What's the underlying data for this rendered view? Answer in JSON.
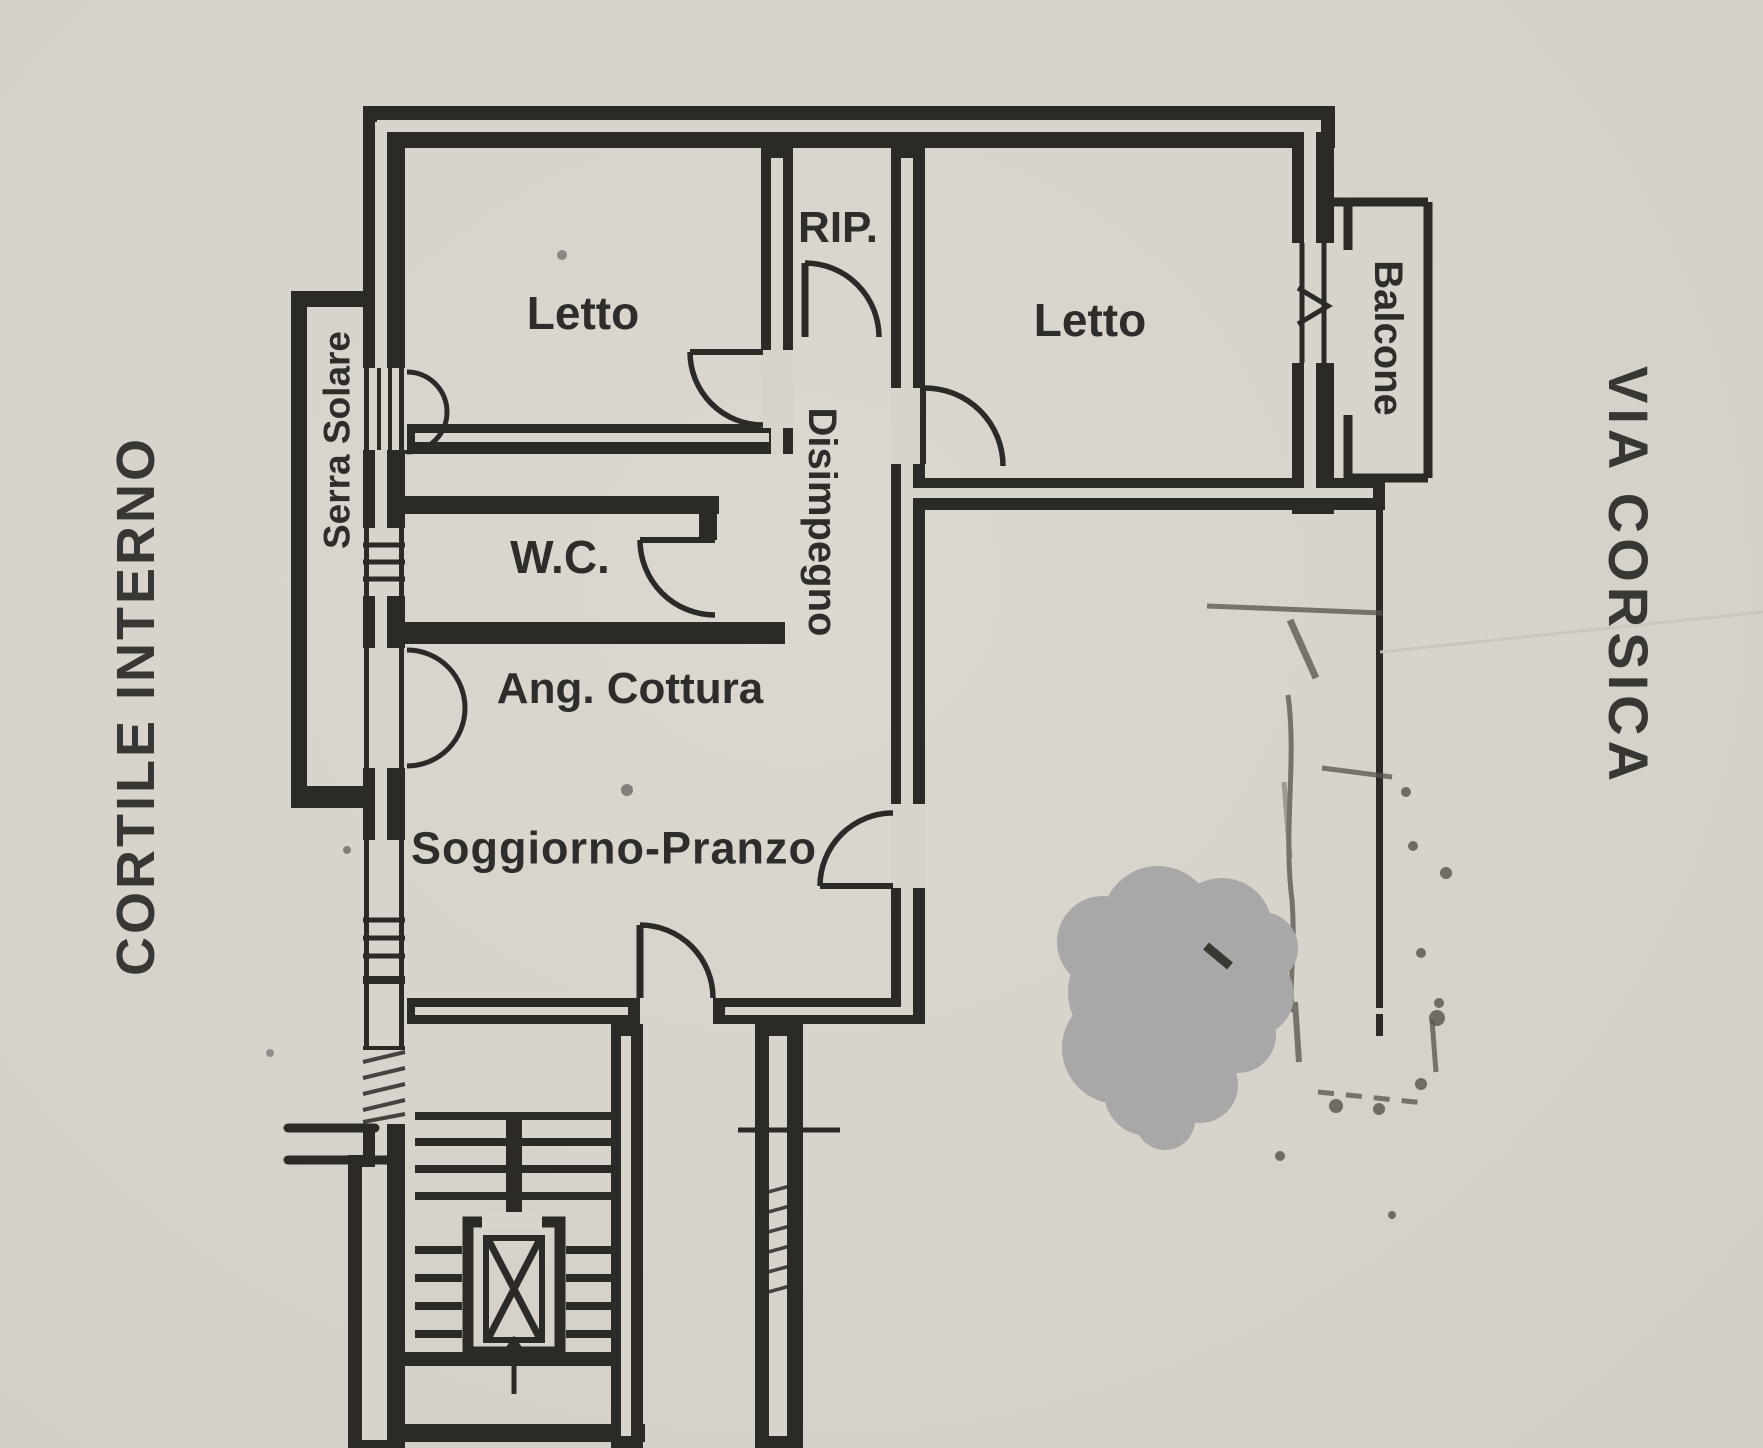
{
  "plan": {
    "rooms": {
      "letto_left": "Letto",
      "letto_right": "Letto",
      "rip": "RIP.",
      "disimpegno": "Disimpegno",
      "wc": "W.C.",
      "ang_cottura": "Ang. Cottura",
      "soggiorno_pranzo": "Soggiorno-Pranzo",
      "balcone": "Balcone",
      "serra_solare": "Serra Solare"
    },
    "surroundings": {
      "left_label": "CORTILE INTERNO",
      "right_label": "VIA CORSICA"
    },
    "colors": {
      "paper": "#d8d4cc",
      "ink": "#2b2a27",
      "pencil": "#57534c",
      "redaction_blob": "#a8a8a8"
    }
  }
}
